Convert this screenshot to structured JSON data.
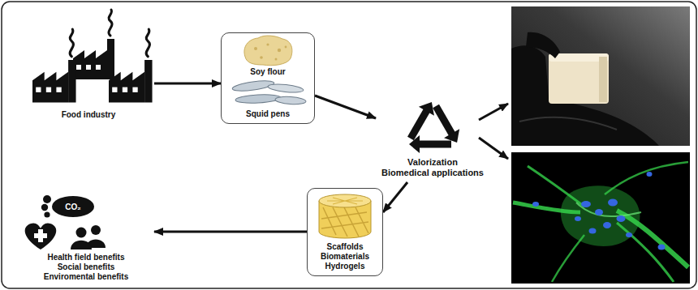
{
  "diagram": {
    "nodes": [
      {
        "text": [
          "Food industry"
        ]
      },
      {
        "text": [
          "Soy flour",
          "Squid pens"
        ]
      },
      {
        "text": [
          "Valorization Biomedical applications"
        ]
      },
      {
        "text": [
          "Scaffolds Biomaterials Hydrogels"
        ]
      },
      {
        "text": [
          "Health field benefits Social benefits Enviromental benefits"
        ]
      }
    ],
    "edges": [
      {
        "from": 0,
        "to": 1,
        "arrow": "to"
      },
      {
        "from": 1,
        "to": 2,
        "arrow": "to"
      },
      {
        "from": 2,
        "to": 3,
        "arrow": "to"
      },
      {
        "from": 3,
        "to": 4,
        "arrow": "to"
      }
    ],
    "labels": [
      "CO₂"
    ]
  }
}
